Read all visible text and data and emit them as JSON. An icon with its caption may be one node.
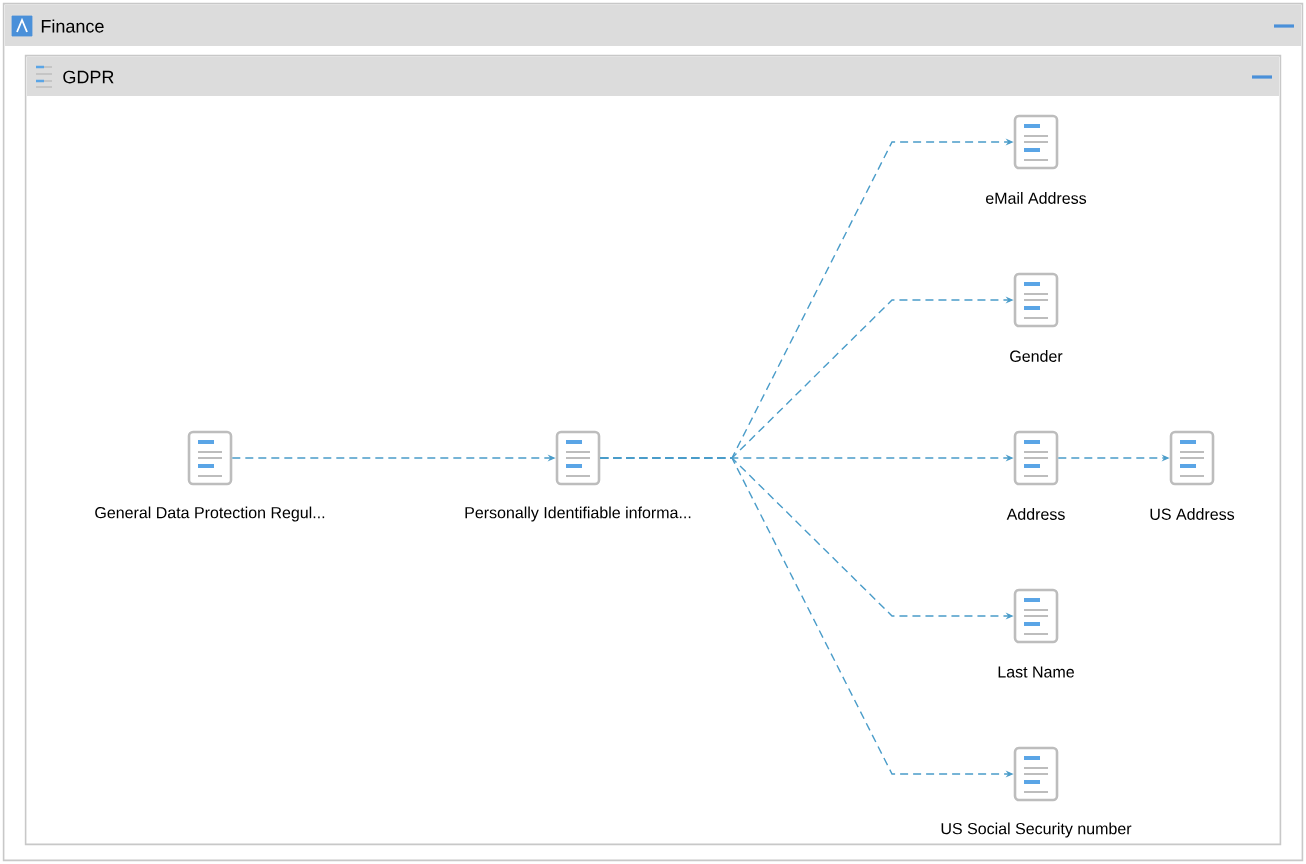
{
  "diagram": {
    "nodes": [
      {
        "text": [
          "Finance"
        ]
      },
      {
        "text": [
          "GDPR"
        ],
        "in": 0
      },
      {
        "text": [
          "General Data Protection Regul..."
        ],
        "in": 1
      },
      {
        "text": [
          "Personally Identifiable informa..."
        ],
        "in": 1
      },
      {
        "text": [
          "eMail Address"
        ],
        "in": 1
      },
      {
        "text": [
          "Gender"
        ],
        "in": 1
      },
      {
        "text": [
          "Address"
        ],
        "in": 1
      },
      {
        "text": [
          "US Address"
        ],
        "in": 1
      },
      {
        "text": [
          "Last Name"
        ],
        "in": 1
      },
      {
        "text": [
          "US Social Security number"
        ],
        "in": 1
      }
    ],
    "edges": [
      {
        "from": 2,
        "to": 3,
        "arrow": "to",
        "style": "dashed"
      },
      {
        "from": 3,
        "to": 4,
        "arrow": "to",
        "style": "dashed"
      },
      {
        "from": 3,
        "to": 5,
        "arrow": "to",
        "style": "dashed"
      },
      {
        "from": 3,
        "to": 6,
        "arrow": "to",
        "style": "dashed"
      },
      {
        "from": 3,
        "to": 8,
        "arrow": "to",
        "style": "dashed"
      },
      {
        "from": 3,
        "to": 9,
        "arrow": "to",
        "style": "dashed"
      },
      {
        "from": 6,
        "to": 7,
        "arrow": "to",
        "style": "dashed"
      }
    ]
  }
}
